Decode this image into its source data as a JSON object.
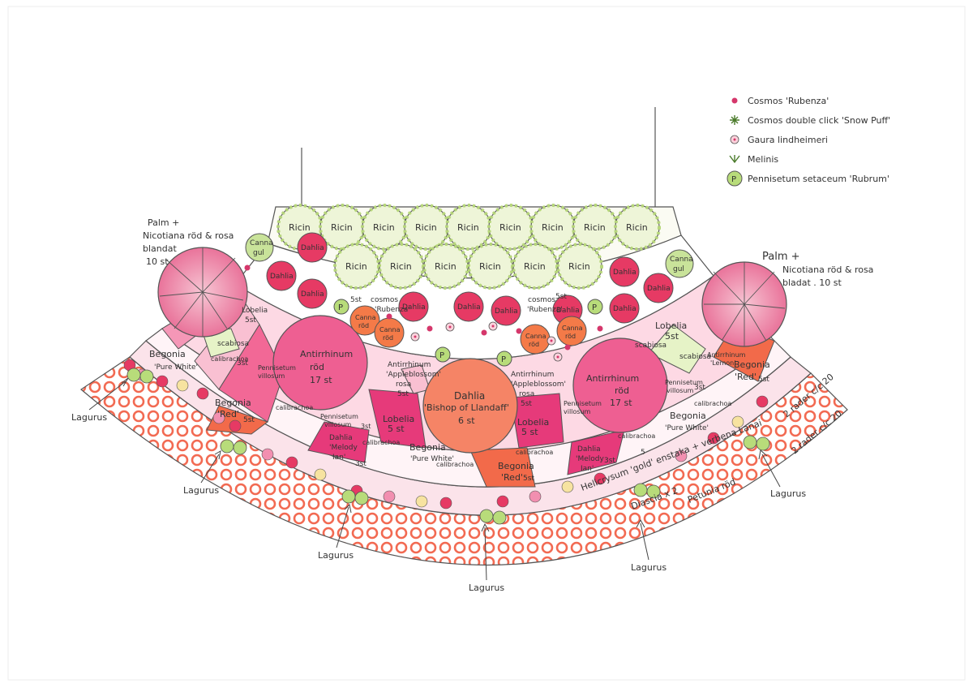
{
  "legend": [
    {
      "symbol": "dot",
      "label": "Cosmos 'Rubenza'"
    },
    {
      "symbol": "star",
      "label": "Cosmos double click 'Snow Puff'"
    },
    {
      "symbol": "ring",
      "label": "Gaura lindheimeri"
    },
    {
      "symbol": "grass",
      "label": "Melinis"
    },
    {
      "symbol": "p-circle",
      "label": "Pennisetum setaceum 'Rubrum'",
      "glyph": "P"
    }
  ],
  "palm_left": {
    "l1": "Palm +",
    "l2": "Nicotiana röd & rosa",
    "l3": "blandat",
    "l4": "10 st"
  },
  "palm_right": {
    "l1": "Palm +",
    "l2": "Nicotiana röd & rosa",
    "l3": "bladat . 10 st"
  },
  "ricin": {
    "label": "Ricin",
    "top_count": 9,
    "second_count": 6
  },
  "canna_gul": {
    "l1": "Canna",
    "l2": "gul"
  },
  "canna_rod": {
    "l1": "Canna",
    "l2": "röd"
  },
  "dahlia": {
    "label": "Dahlia"
  },
  "cosmos_rubenza": {
    "l1": "cosmos",
    "l2": "'Rubenza'",
    "count": "5st"
  },
  "antirrhinum_rod": {
    "l1": "Antirrhinum",
    "l2": "röd",
    "l3": "17 st"
  },
  "antirrhinum_apple": {
    "l1": "Antirrhinum",
    "l2": "'Appleblossom'",
    "l3": "rosa",
    "l4": "5st"
  },
  "dahlia_bishop": {
    "l1": "Dahlia",
    "l2": "'Bishop of Llandaff'",
    "l3": "6 st"
  },
  "lobelia": {
    "l1": "Lobelia",
    "l2": "5 st"
  },
  "lobelia_5st": "5st",
  "scabiosa": "scabiosa",
  "scabiosa_3st": "3st",
  "scabiosa_3st_right": "3st",
  "calibrachoa": "calibrachoa",
  "calibrachoa_5": "5",
  "pennisetum_villosum": {
    "l1": "Pennisetum",
    "l2": "villosum",
    "l3": "3st"
  },
  "antirrhinum_lemon": {
    "l1": "Antirrhinum",
    "l2": "'Lemon'"
  },
  "dahlia_melody": {
    "l1": "Dahlia",
    "l2": "'Melody",
    "l3": "Ian'",
    "l4": "3st"
  },
  "begonia_pure": {
    "l1": "Begonia",
    "l2": "'Pure White'"
  },
  "begonia_red": {
    "l1": "Begonia",
    "l2": "'Red'",
    "l3": "5st"
  },
  "band_helicrysum": "Helicrysum 'gold' enstaka + verbena Lanai",
  "band_diascia": "Diascia x 2",
  "band_petunia": "Petunia röd",
  "band_rows_1": "2 rader c/c 20",
  "band_rows_2": "2 rader c/c 20",
  "lagurus": "Lagurus"
}
